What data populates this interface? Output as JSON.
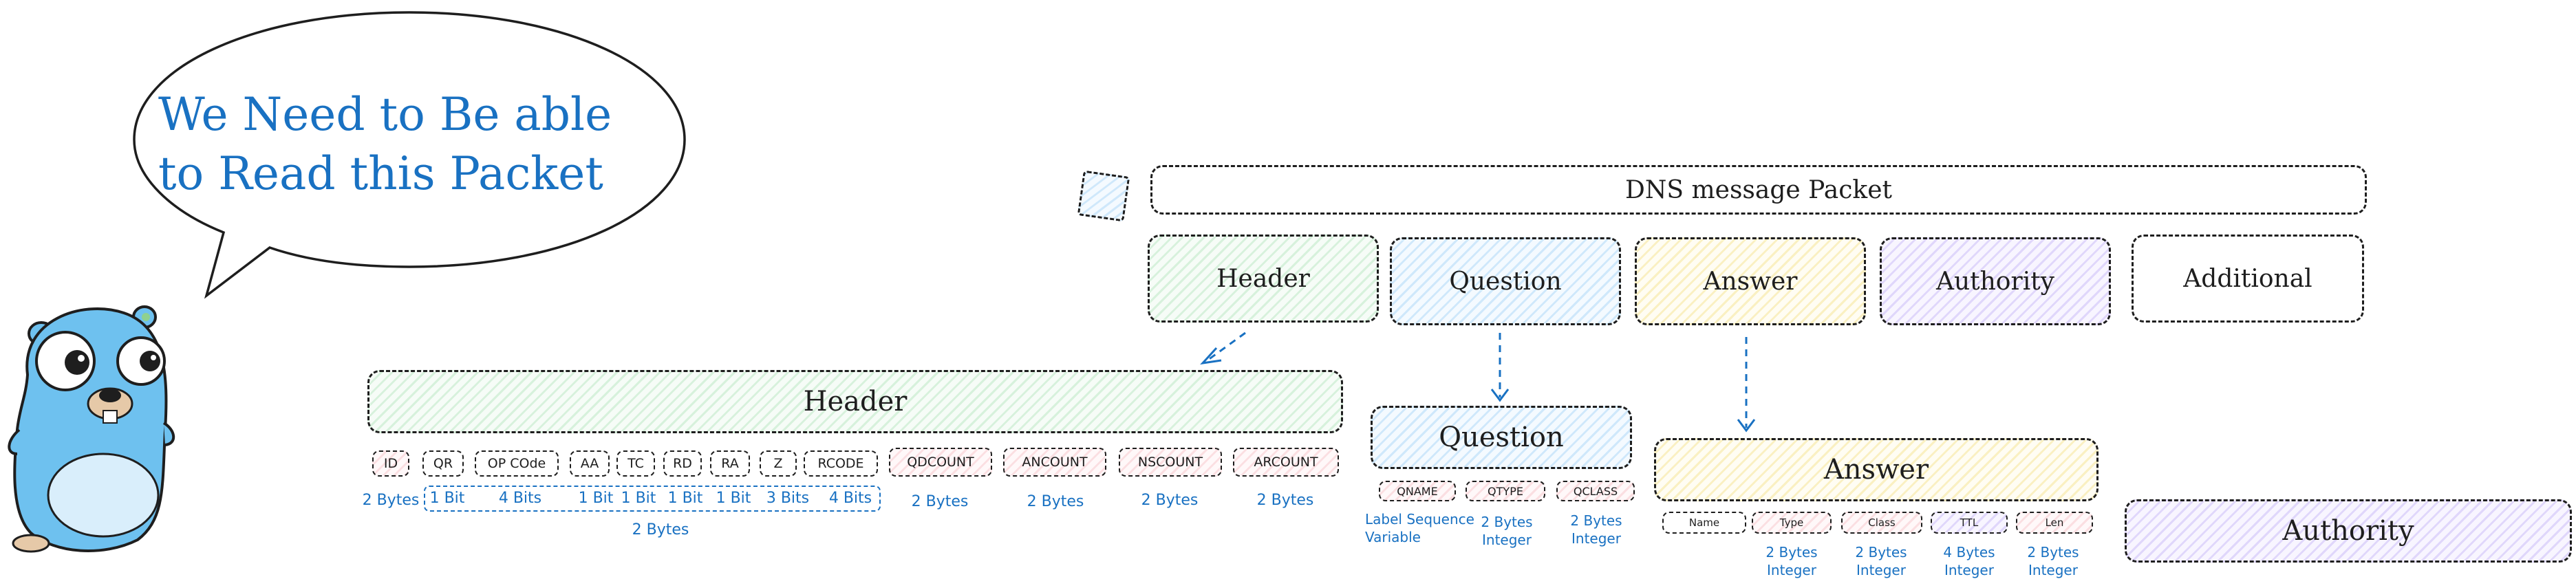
{
  "speech": {
    "line1": "We Need to Be able",
    "line2": "to Read this Packet"
  },
  "packet": {
    "title": "DNS message Packet"
  },
  "sections": [
    {
      "label": "Header"
    },
    {
      "label": "Question"
    },
    {
      "label": "Answer"
    },
    {
      "label": "Authority"
    },
    {
      "label": "Additional"
    }
  ],
  "header_detail": {
    "title": "Header",
    "fields": [
      "ID",
      "QR",
      "OP COde",
      "AA",
      "TC",
      "RD",
      "RA",
      "Z",
      "RCODE",
      "QDCOUNT",
      "ANCOUNT",
      "NSCOUNT",
      "ARCOUNT"
    ],
    "sizes": {
      "id": "2 Bytes",
      "bits": [
        "1 Bit",
        "4 Bits",
        "1 Bit",
        "1 Bit",
        "1 Bit",
        "1 Bit",
        "3 Bits",
        "4 Bits"
      ],
      "flags_total": "2 Bytes",
      "counts": [
        "2 Bytes",
        "2 Bytes",
        "2 Bytes",
        "2 Bytes"
      ]
    }
  },
  "question_detail": {
    "title": "Question",
    "fields": [
      "QNAME",
      "QTYPE",
      "QCLASS"
    ],
    "sizes": [
      {
        "line1": "Label Sequence",
        "line2": "Variable"
      },
      {
        "line1": "2 Bytes",
        "line2": "Integer"
      },
      {
        "line1": "2 Bytes",
        "line2": "Integer"
      }
    ]
  },
  "answer_detail": {
    "title": "Answer",
    "fields": [
      "Name",
      "Type",
      "Class",
      "TTL",
      "Len"
    ],
    "sizes": [
      {
        "line1": "2 Bytes",
        "line2": "Integer"
      },
      {
        "line1": "2 Bytes",
        "line2": "Integer"
      },
      {
        "line1": "4 Bytes",
        "line2": "Integer"
      },
      {
        "line1": "2 Bytes",
        "line2": "Integer"
      }
    ]
  },
  "authority_detail": {
    "title": "Authority"
  },
  "colors": {
    "accent": "#1971c2",
    "stroke": "#1e1e1e",
    "gopher": "#6ec1ef"
  }
}
